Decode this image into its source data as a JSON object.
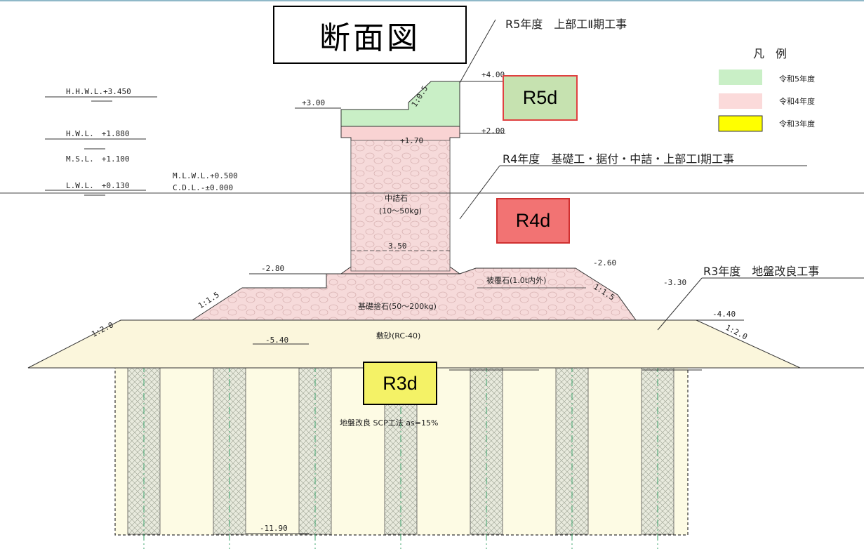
{
  "title": "断面図",
  "tags": {
    "r5": "R5d",
    "r4": "R4d",
    "r3": "R3d"
  },
  "headings": {
    "r5": "R5年度　上部工Ⅱ期工事",
    "r4": "R4年度　基礎工・据付・中詰・上部工Ⅰ期工事",
    "r3": "R3年度　地盤改良工事"
  },
  "legend": {
    "title": "凡　例",
    "items": [
      {
        "label": "令和5年度",
        "color": "#c9efc6"
      },
      {
        "label": "令和4年度",
        "color": "#fbdada"
      },
      {
        "label": "令和3年度",
        "color": "#ffff00"
      }
    ]
  },
  "water_levels": {
    "hhwl": "H.H.W.L.+3.450",
    "hwl": "H.W.L.　+1.880",
    "msl": "M.S.L.　+1.100",
    "lwl": "L.W.L.　+0.130",
    "mlwl": "M.L.W.L.+0.500",
    "cdl": "C.D.L.-±0.000"
  },
  "elevations": {
    "top": "+4.00",
    "crown_left": "+3.00",
    "crown_inner": "+1.70",
    "crown_right": "+2.00",
    "mound_left": "-2.80",
    "mound_right": "-2.60",
    "toe_right": "-3.30",
    "sand_right": "-4.40",
    "sand_bottom": "-5.40",
    "improve_bottom": "-11.90",
    "caisson_width": "3.50"
  },
  "slopes": {
    "crown": "1:0.5",
    "mound_left": "1:1.5",
    "mound_right": "1:1.5",
    "sand_left": "1:2.0",
    "sand_right": "1:2.0"
  },
  "materials": {
    "fill_stone": "中詰石",
    "fill_stone_size": "(10～50kg)",
    "cover_stone": "被覆石(1.0t内外)",
    "base_stone": "基礎捨石(50～200kg)",
    "sand": "敷砂(RC-40)",
    "improvement": "地盤改良 SCP工法 as=15%"
  }
}
